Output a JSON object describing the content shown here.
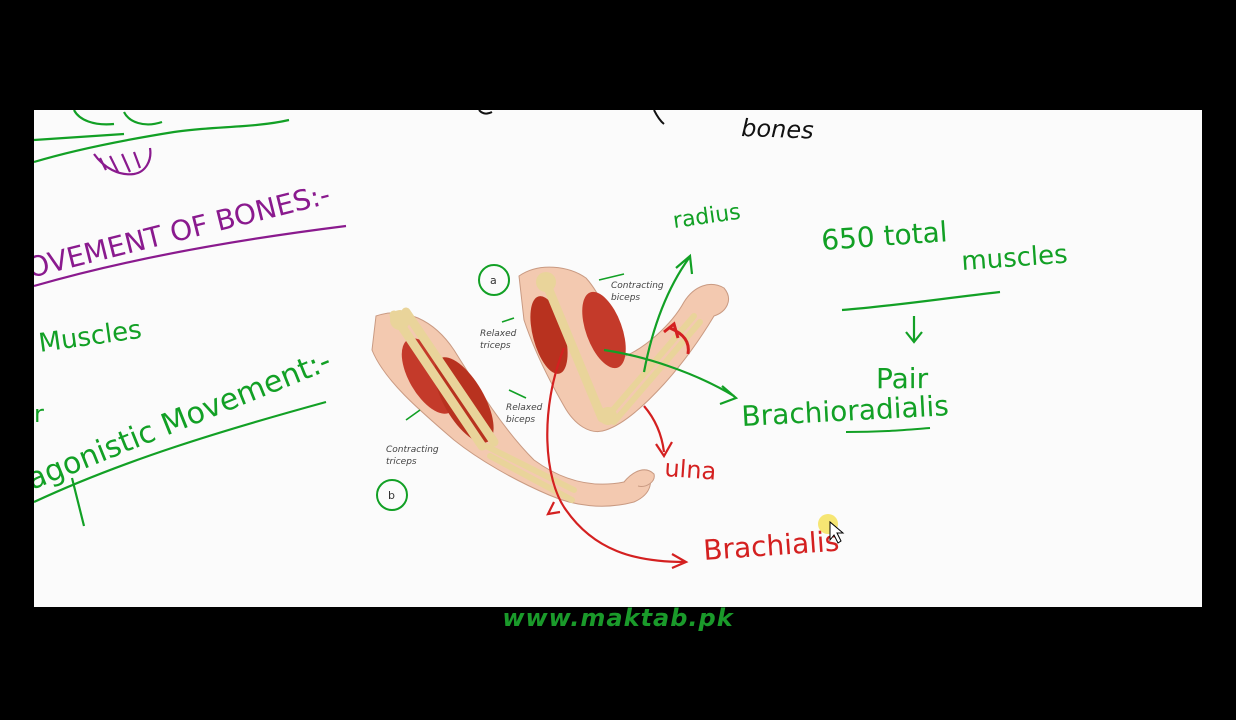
{
  "notes": {
    "top_right": "bones",
    "heading": "OVEMENT OF BONES:-",
    "muscles": "Muscles",
    "antagonistic": "agonistic Movement:-",
    "left_fragment": "r",
    "radius": "radius",
    "total": "650 total",
    "total2": "muscles",
    "pair": "Pair",
    "brachioradialis": "Brachioradialis",
    "ulna": "ulna",
    "brachialis": "Brachialis"
  },
  "figure": {
    "label_a": "a",
    "label_b": "b",
    "contracting_biceps": [
      "Contracting",
      "biceps"
    ],
    "relaxed_triceps": [
      "Relaxed",
      "triceps"
    ],
    "relaxed_biceps": [
      "Relaxed",
      "biceps"
    ],
    "contracting_triceps": [
      "Contracting",
      "triceps"
    ]
  },
  "colors": {
    "green_ink": "#12a025",
    "purple_ink": "#8a1a8e",
    "red_ink": "#d42020",
    "black_ink": "#111111",
    "muscle": "#c43a2a",
    "bone": "#e9d49a",
    "skin": "#f3c9b0"
  },
  "footer": {
    "url": "www.maktab.pk"
  }
}
